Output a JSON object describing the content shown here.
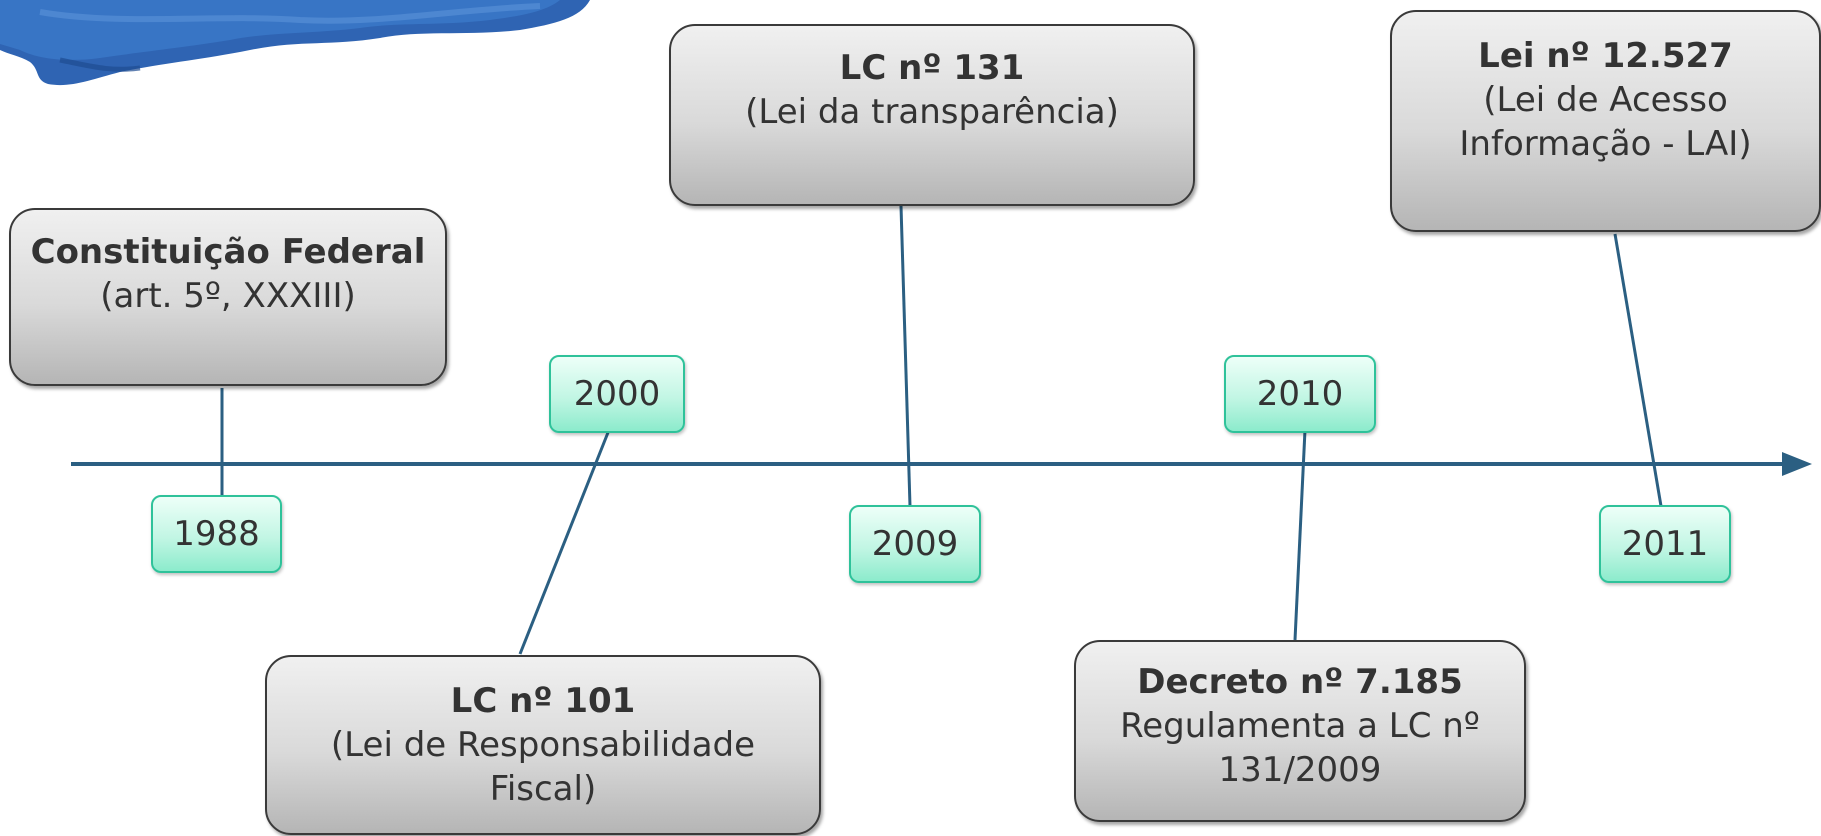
{
  "colors": {
    "axis": "#2b5f82",
    "connector": "#2b5f82",
    "box_border": "#3a3a3a",
    "year_border": "#2fc29a",
    "year_fill": "#c2f6e4",
    "brush": "#2f64b3"
  },
  "decorations": {
    "corner_brush": "blue-brush-stroke"
  },
  "events": [
    {
      "year": "1988",
      "title": "Constituição Federal",
      "sub": "(art. 5º, XXXIII)"
    },
    {
      "year": "2000",
      "title": "LC nº 101",
      "sub": "(Lei de Responsabilidade\nFiscal)"
    },
    {
      "year": "2009",
      "title": "LC nº 131",
      "sub": "(Lei da transparência)"
    },
    {
      "year": "2010",
      "title": "Decreto nº 7.185",
      "sub": "Regulamenta a LC nº\n131/2009"
    },
    {
      "year": "2011",
      "title": "Lei nº 12.527",
      "sub": "(Lei de Acesso\nInformação - LAI)"
    }
  ]
}
